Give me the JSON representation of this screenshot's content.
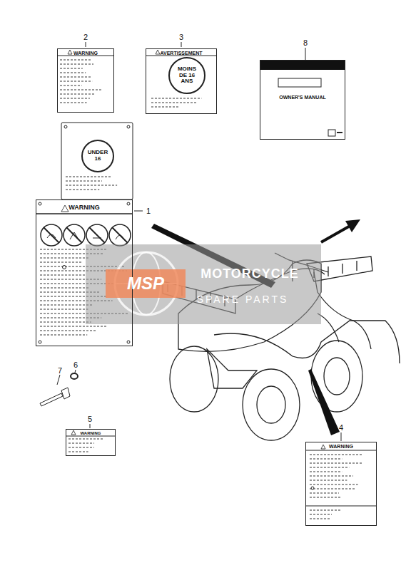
{
  "diagram": {
    "nodes": [
      {
        "text": [
          "WARNING"
        ]
      },
      {
        "text": [
          "AVERTISSEMENT"
        ]
      },
      {
        "text": [
          "MOINS DE 16 ANS"
        ],
        "in": 1
      },
      {
        "text": [
          "UNDER 16"
        ]
      },
      {
        "text": [
          "WARNING"
        ]
      },
      {
        "text": [
          "WARNING"
        ]
      },
      {
        "text": [
          "WARNING"
        ]
      },
      {
        "text": [
          "OWNER'S MANUAL"
        ]
      }
    ],
    "labels": [
      "2",
      "3",
      "8",
      "1",
      "6",
      "7",
      "5",
      "4",
      "MSP",
      "MOTORCYCLE",
      "SPARE PARTS"
    ]
  }
}
